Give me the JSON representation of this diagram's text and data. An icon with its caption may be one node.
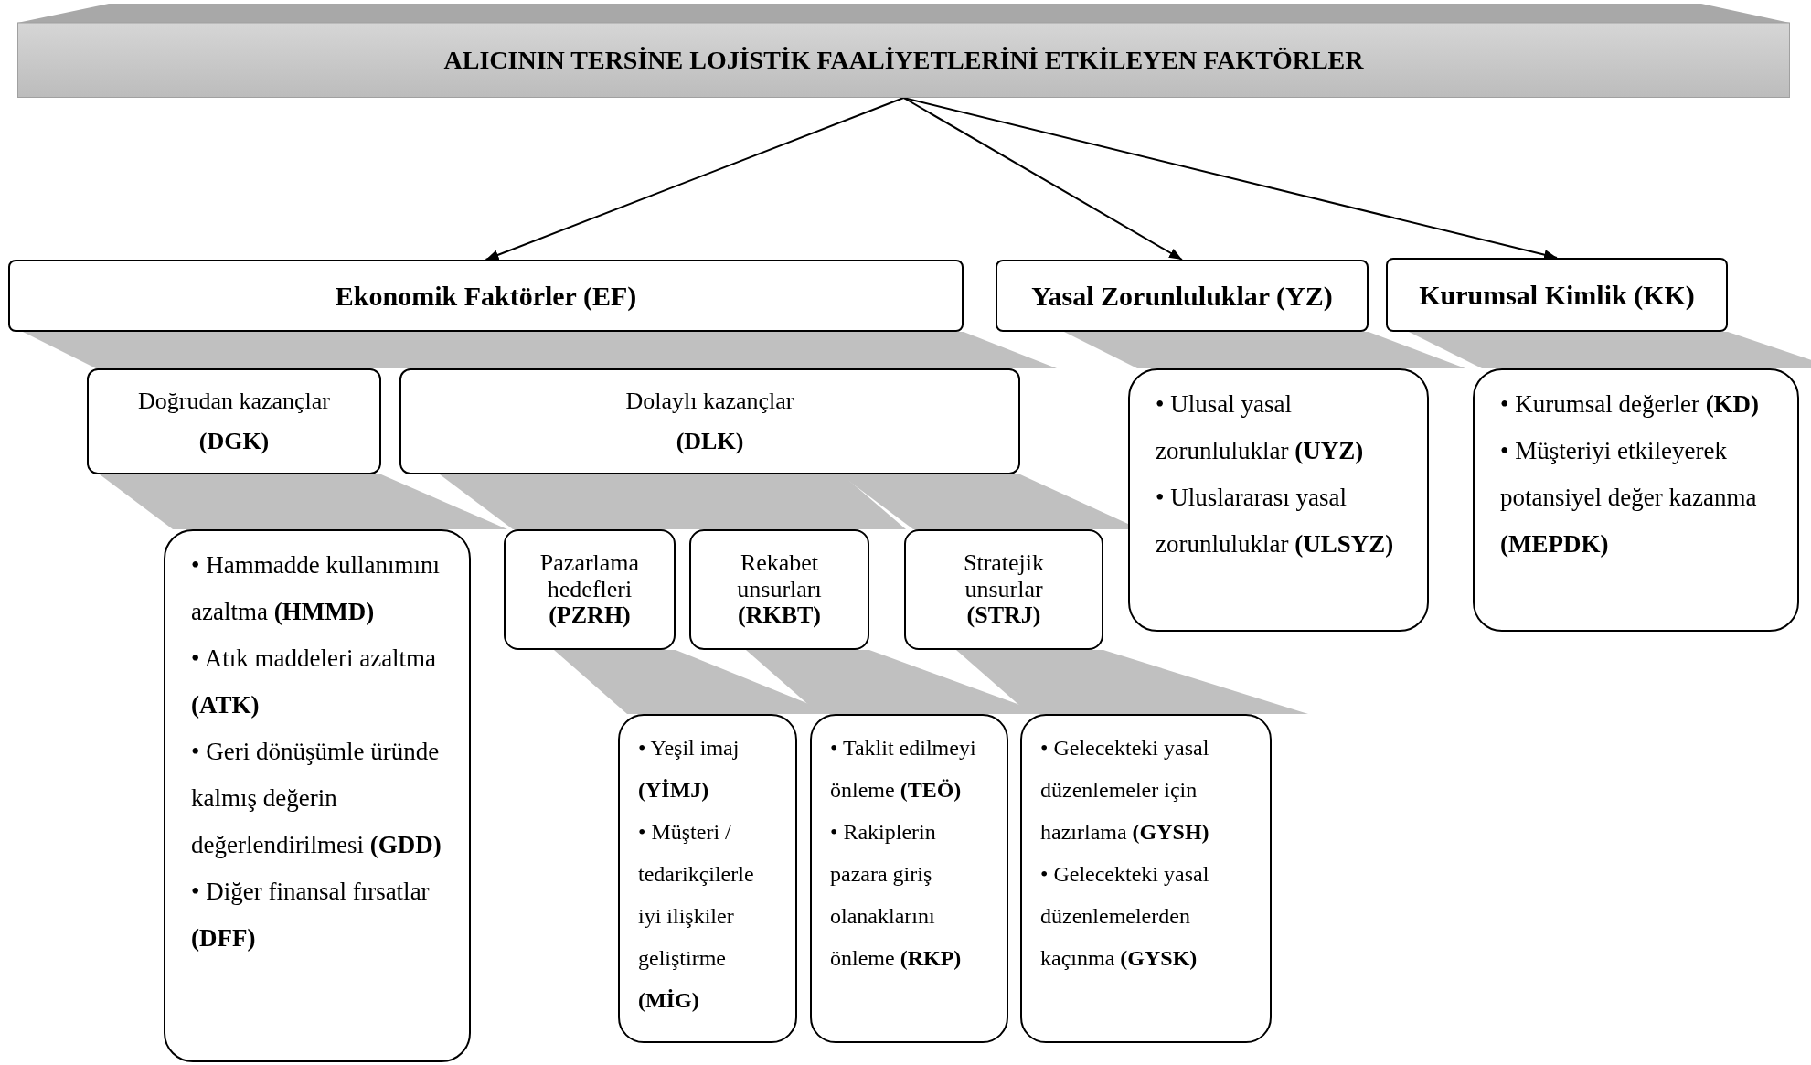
{
  "diagram": {
    "nodes": [
      {
        "text": [
          "ALICININ TERSİNE LOJİSTİK FAALİYETLERİNİ ETKİLEYEN FAKTÖRLER"
        ]
      },
      {
        "text": [
          "Ekonomik Faktörler (EF)"
        ]
      },
      {
        "text": [
          "Yasal Zorunluluklar (YZ)"
        ]
      },
      {
        "text": [
          "Kurumsal Kimlik (KK)"
        ]
      },
      {
        "text": [
          "Doğrudan kazançlar",
          "**(DGK)**"
        ]
      },
      {
        "text": [
          "Dolaylı kazançlar",
          "**(DLK)**"
        ]
      },
      {
        "text": [
          "• Hammadde kullanımını azaltma **(HMMD)**",
          "• Atık maddeleri azaltma **(ATK)**",
          "• Geri dönüşümle üründe kalmış değerin değerlendirilmesi **(GDD)**",
          "• Diğer finansal fırsatlar **(DFF)**"
        ]
      },
      {
        "text": [
          "Pazarlama hedefleri **(PZRH)**"
        ]
      },
      {
        "text": [
          "Rekabet unsurları **(RKBT)**"
        ]
      },
      {
        "text": [
          "Stratejik unsurlar **(STRJ)**"
        ]
      },
      {
        "text": [
          "• Yeşil imaj **(YİMJ)**",
          "• Müşteri / tedarikçilerle iyi ilişkiler geliştirme **(MİG)**"
        ]
      },
      {
        "text": [
          "• Taklit edilmeyi önleme **(TEÖ)**",
          "• Rakiplerin pazara giriş olanaklarını önleme **(RKP)**"
        ]
      },
      {
        "text": [
          "• Gelecekteki yasal düzenlemeler için hazırlama **(GYSH)**",
          "• Gelecekteki yasal düzenlemelerden kaçınma **(GYSK)**"
        ]
      },
      {
        "text": [
          "• Ulusal yasal zorunluluklar **(UYZ)**",
          "• Uluslararası yasal zorunluluklar **(ULSYZ)**"
        ]
      },
      {
        "text": [
          "• Kurumsal değerler **(KD)**",
          "• Müşteriyi etkileyerek potansiyel değer kazanma **(MEPDK)**"
        ]
      }
    ],
    "edges": [
      {
        "from": 0,
        "to": 1,
        "arrow": "to"
      },
      {
        "from": 0,
        "to": 2,
        "arrow": "to"
      },
      {
        "from": 0,
        "to": 3,
        "arrow": "to"
      },
      {
        "from": 1,
        "to": 4,
        "arrow": "none",
        "style": "thick",
        "color": "#c0c0c0"
      },
      {
        "from": 1,
        "to": 5,
        "arrow": "none",
        "style": "thick",
        "color": "#c0c0c0"
      },
      {
        "from": 4,
        "to": 6,
        "arrow": "none",
        "style": "thick",
        "color": "#c0c0c0"
      },
      {
        "from": 5,
        "to": 7,
        "arrow": "none",
        "style": "thick",
        "color": "#c0c0c0"
      },
      {
        "from": 5,
        "to": 8,
        "arrow": "none",
        "style": "thick",
        "color": "#c0c0c0"
      },
      {
        "from": 5,
        "to": 9,
        "arrow": "none",
        "style": "thick",
        "color": "#c0c0c0"
      },
      {
        "from": 7,
        "to": 10,
        "arrow": "none",
        "style": "thick",
        "color": "#c0c0c0"
      },
      {
        "from": 8,
        "to": 11,
        "arrow": "none",
        "style": "thick",
        "color": "#c0c0c0"
      },
      {
        "from": 9,
        "to": 12,
        "arrow": "none",
        "style": "thick",
        "color": "#c0c0c0"
      },
      {
        "from": 2,
        "to": 13,
        "arrow": "none",
        "style": "thick",
        "color": "#c0c0c0"
      },
      {
        "from": 3,
        "to": 14,
        "arrow": "none",
        "style": "thick",
        "color": "#c0c0c0"
      }
    ]
  }
}
